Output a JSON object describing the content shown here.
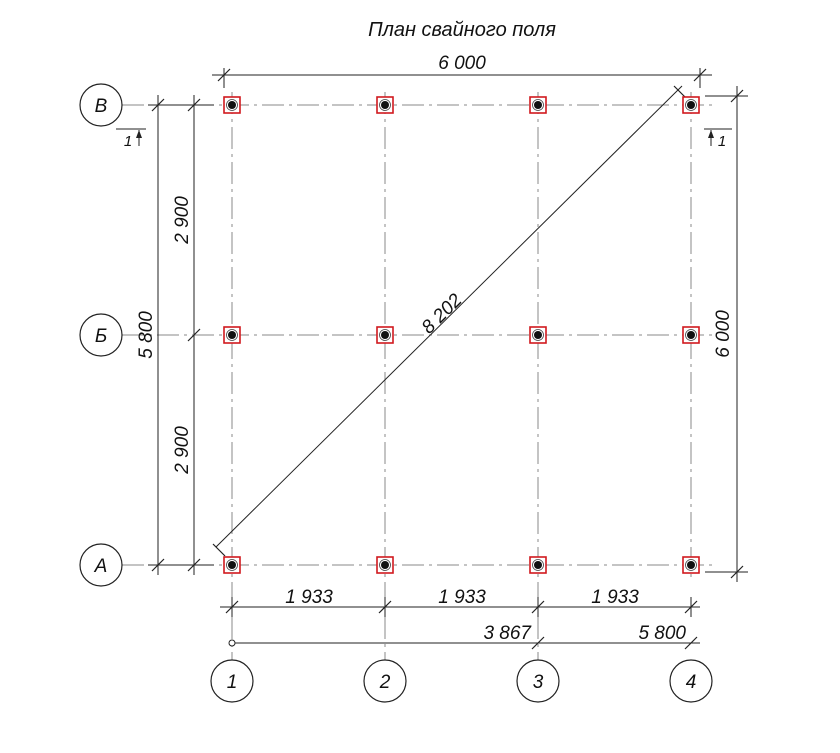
{
  "title": "План свайного поля",
  "colors": {
    "pile_outline": "#d0191e",
    "pile_core": "#111111",
    "grid": "#8a8a8a",
    "line": "#222222"
  },
  "axes": {
    "columns": [
      "1",
      "2",
      "3",
      "4"
    ],
    "rows": [
      "А",
      "Б",
      "В"
    ]
  },
  "dimensions": {
    "top_overall": "6 000",
    "right_overall": "6 000",
    "left_overall": "5 800",
    "left_upper": "2 900",
    "left_lower": "2 900",
    "diagonal": "8 202",
    "bottom_spans": [
      "1 933",
      "1 933",
      "1 933"
    ],
    "bottom_cumulative": [
      "3 867",
      "5 800"
    ]
  },
  "section_marks": {
    "left": "1",
    "right": "1"
  },
  "piles": {
    "columns": 4,
    "rows": 3,
    "count": 12
  }
}
